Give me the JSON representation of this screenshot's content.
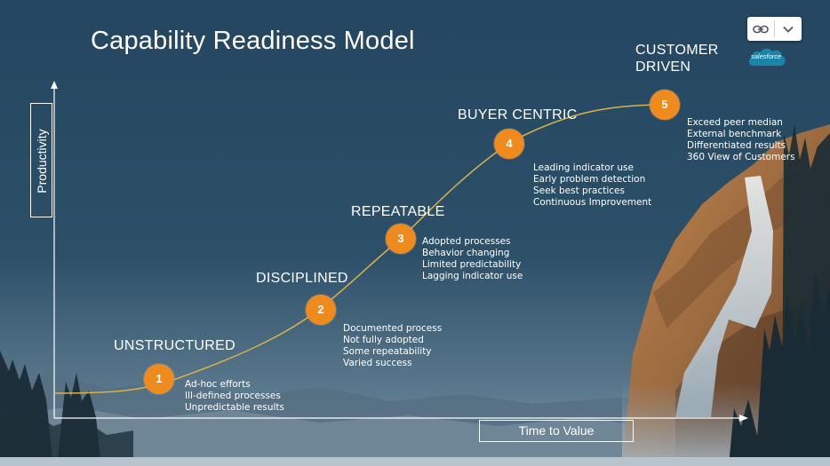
{
  "title": "Capability Readiness Model",
  "y_axis_label": "Productivity",
  "x_axis_label": "Time to Value",
  "brand_logo": "salesforce",
  "widget": {
    "link_icon": "link-icon",
    "menu_icon": "chevron-down-icon"
  },
  "colors": {
    "accent": "#ef8b1c",
    "curve": "#d9b24a",
    "sky": "#2a4a63"
  },
  "stages": [
    {
      "number": "1",
      "title": "UNSTRUCTURED",
      "lines": [
        "Ad-hoc efforts",
        "Ill-defined processes",
        "Unpredictable results"
      ]
    },
    {
      "number": "2",
      "title": "DISCIPLINED",
      "lines": [
        "Documented process",
        "Not fully adopted",
        "Some repeatability",
        "Varied success"
      ]
    },
    {
      "number": "3",
      "title": "REPEATABLE",
      "lines": [
        "Adopted processes",
        "Behavior changing",
        "Limited predictability",
        "Lagging indicator use"
      ]
    },
    {
      "number": "4",
      "title": "BUYER CENTRIC",
      "lines": [
        "Leading indicator use",
        "Early problem detection",
        "Seek best practices",
        "Continuous Improvement"
      ]
    },
    {
      "number": "5",
      "title": "CUSTOMER DRIVEN",
      "title_lines": [
        "CUSTOMER",
        "DRIVEN"
      ],
      "lines": [
        "Exceed peer median",
        "External benchmark",
        "Differentiated results",
        "360 View of Customers"
      ]
    }
  ]
}
